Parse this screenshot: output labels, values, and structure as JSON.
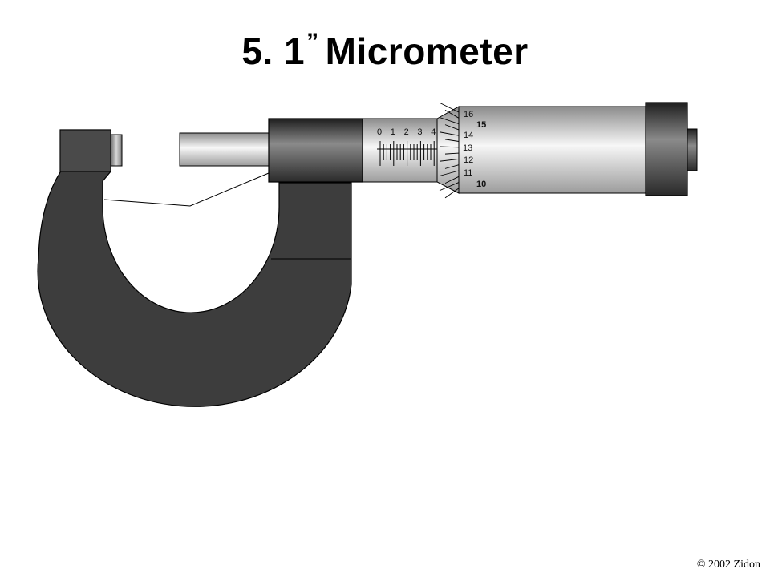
{
  "slide": {
    "title_main": "5. 1",
    "title_inch": "”",
    "title_rest": "Micrometer",
    "copyright": "© 2002 Zidon"
  },
  "sleeve_scale": {
    "labels": [
      "0",
      "1",
      "2",
      "3",
      "4"
    ]
  },
  "thimble_scale": {
    "labels": [
      {
        "text": "16",
        "bold": false
      },
      {
        "text": "15",
        "bold": true
      },
      {
        "text": "14",
        "bold": false
      },
      {
        "text": "13",
        "bold": false
      },
      {
        "text": "12",
        "bold": false
      },
      {
        "text": "11",
        "bold": false
      },
      {
        "text": "10",
        "bold": true
      }
    ]
  },
  "colors": {
    "frame": "#3a3a3a",
    "metal_light": "#f2f2f2",
    "metal_dark": "#9a9a9a",
    "outline": "#000000"
  },
  "icons": [
    "micrometer-illustration"
  ]
}
